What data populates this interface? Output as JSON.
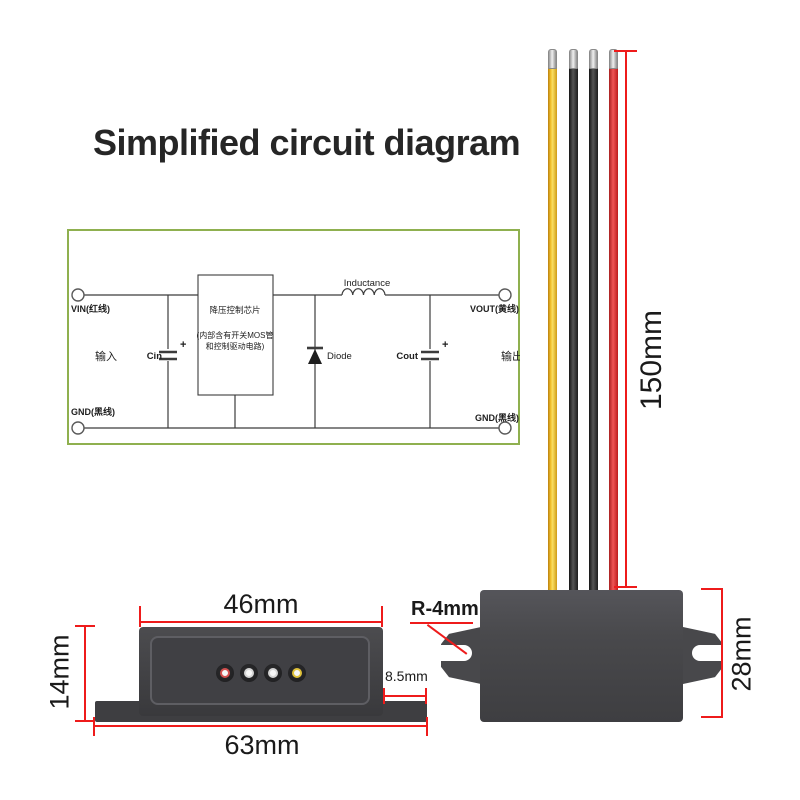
{
  "title": "Simplified circuit diagram",
  "circuit": {
    "vin": "VIN(红线)",
    "input": "输入",
    "cin": "Cin",
    "plus": "+",
    "chip_line1": "降压控制芯片",
    "chip_line2": "(内部含有开关MOS管",
    "chip_line3": "和控制驱动电路)",
    "diode": "Diode",
    "inductance": "Inductance",
    "cout": "Cout",
    "vout": "VOUT(黄线)",
    "output": "输出",
    "gnd_left": "GND(黑线)",
    "gnd_right": "GND(黑线)"
  },
  "dimensions": {
    "wire_length": "150mm",
    "front_height": "28mm",
    "mount_radius": "R-4mm",
    "top_width": "46mm",
    "side_height": "14mm",
    "base_width": "63mm",
    "flange_step": "8.5mm"
  },
  "wires": [
    {
      "name": "yellow-output-wire",
      "color": "#f2c12c"
    },
    {
      "name": "black-ground-wire",
      "color": "#2b2b2b"
    },
    {
      "name": "black-ground-wire",
      "color": "#2b2b2b"
    },
    {
      "name": "red-input-wire",
      "color": "#e23b3b"
    }
  ],
  "holes": [
    {
      "name": "red-wire-hole",
      "style": "border-color:#d4504f"
    },
    {
      "name": "black-wire-hole",
      "style": "border-color:#d6d6d6"
    },
    {
      "name": "black-wire-hole",
      "style": "border-color:#d6d6d6"
    },
    {
      "name": "yellow-wire-hole",
      "style": "border-color:#e0c23a"
    }
  ],
  "colors": {
    "dimension_red": "#ee1b1b",
    "circuit_border_green": "#8fb04f",
    "device_gray": "#454548",
    "title_text": "#262626"
  }
}
